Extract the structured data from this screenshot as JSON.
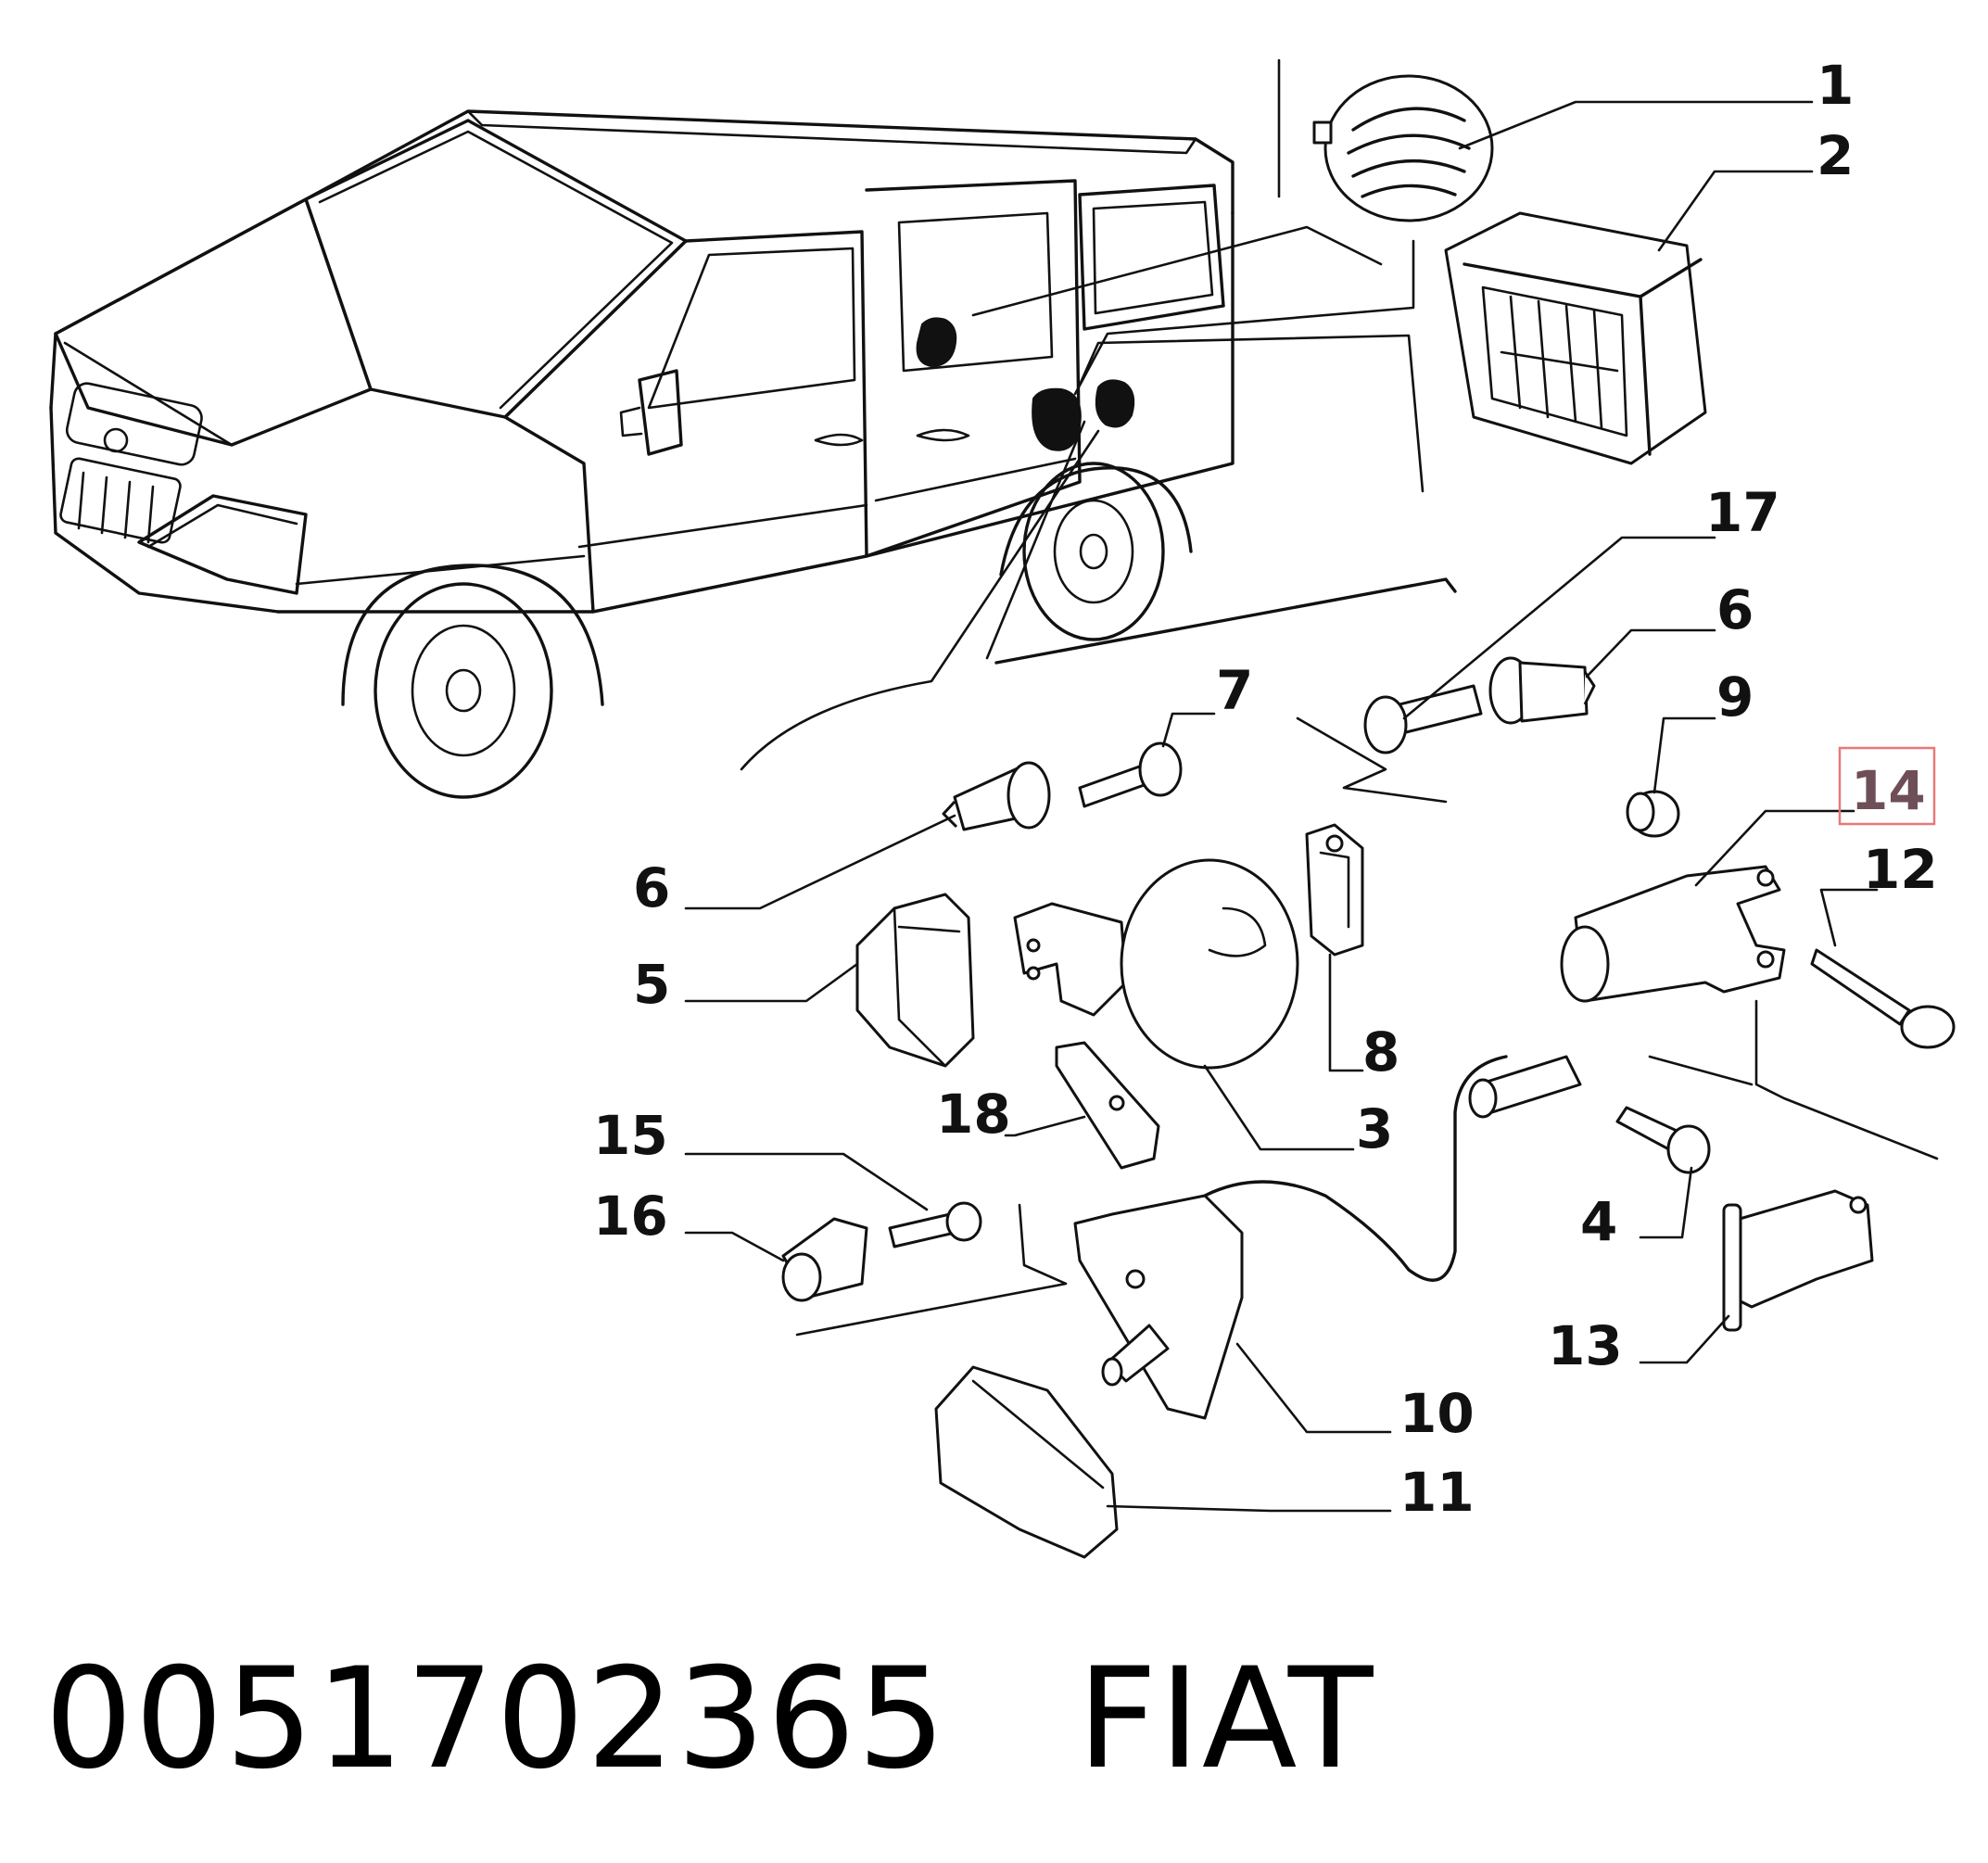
{
  "diagram": {
    "callouts": [
      {
        "id": "c1",
        "label": "1"
      },
      {
        "id": "c2",
        "label": "2"
      },
      {
        "id": "c17",
        "label": "17"
      },
      {
        "id": "c6a",
        "label": "6"
      },
      {
        "id": "c9",
        "label": "9"
      },
      {
        "id": "c14",
        "label": "14"
      },
      {
        "id": "c12",
        "label": "12"
      },
      {
        "id": "c7",
        "label": "7"
      },
      {
        "id": "c6b",
        "label": "6"
      },
      {
        "id": "c5",
        "label": "5"
      },
      {
        "id": "c8",
        "label": "8"
      },
      {
        "id": "c18",
        "label": "18"
      },
      {
        "id": "c3",
        "label": "3"
      },
      {
        "id": "c15",
        "label": "15"
      },
      {
        "id": "c16",
        "label": "16"
      },
      {
        "id": "c4",
        "label": "4"
      },
      {
        "id": "c13",
        "label": "13"
      },
      {
        "id": "c10",
        "label": "10"
      },
      {
        "id": "c11",
        "label": "11"
      }
    ],
    "highlight": {
      "label": "14",
      "color": "#e87878"
    }
  },
  "footer": {
    "part_number": "0051702365",
    "brand": "FIAT"
  }
}
